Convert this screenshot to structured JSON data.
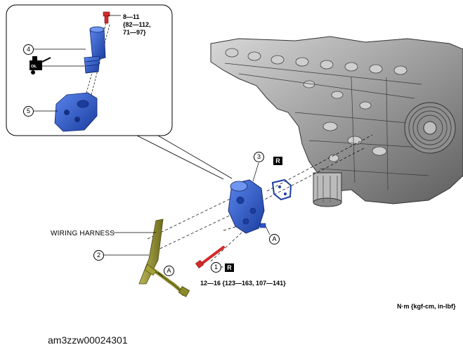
{
  "labels": {
    "wiring_harness": "WIRING HARNESS",
    "unit_note": "N·m {kgf-cm, in-lbf}",
    "image_code": "am3zzw00024301",
    "torque_bolt_small": [
      "8—11",
      "{82—112,",
      "71—97}"
    ],
    "torque_bolt_main": "12—16 {123—163, 107—141}"
  },
  "callouts": {
    "c1": "1",
    "c2": "2",
    "c3": "3",
    "c4": "4",
    "c5": "5",
    "a1": "A",
    "a2": "A",
    "r1": "R",
    "r2": "R"
  },
  "colors": {
    "part_blue": "#2c55c8",
    "bolt_red": "#d42a2a",
    "harness_olive": "#8c8a2a",
    "engine_gray": "#a7a7a7",
    "outline": "#000000"
  },
  "icons": {
    "oil_can": "oil-can-icon"
  }
}
